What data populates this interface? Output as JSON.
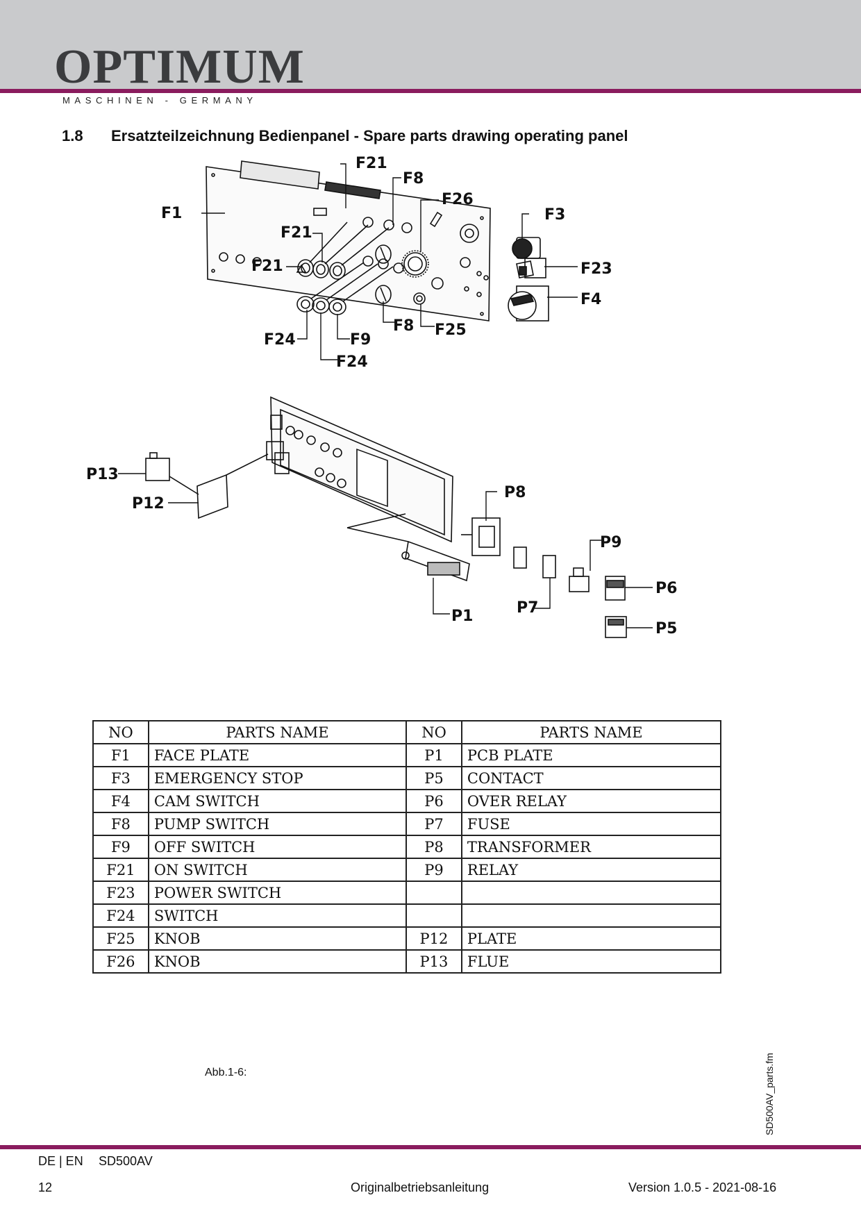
{
  "header": {
    "logo_text": "OPTIMUM",
    "logo_reg": "®",
    "logo_subtitle": "MASCHINEN - GERMANY"
  },
  "section": {
    "number": "1.8",
    "title": "Ersatzteilzeichnung Bedienpanel - Spare parts drawing operating panel"
  },
  "colors": {
    "header_band": "#c9cacc",
    "accent_line": "#8a1c5e",
    "logo": "#3b3c3e"
  },
  "diagram": {
    "top_callouts": [
      "F21",
      "F8",
      "F26",
      "F3",
      "F1",
      "F21",
      "F23",
      "F4",
      "F21",
      "F8",
      "F25",
      "F24",
      "F9",
      "F24"
    ],
    "bottom_callouts": [
      "P13",
      "P12",
      "P8",
      "P9",
      "P6",
      "P7",
      "P1",
      "P5"
    ]
  },
  "table": {
    "headers": [
      "NO",
      "PARTS NAME",
      "NO",
      "PARTS NAME"
    ],
    "rows": [
      [
        "F1",
        "FACE PLATE",
        "P1",
        "PCB PLATE"
      ],
      [
        "F3",
        "EMERGENCY STOP",
        "P5",
        "CONTACT"
      ],
      [
        "F4",
        "CAM SWITCH",
        "P6",
        "OVER RELAY"
      ],
      [
        "F8",
        "PUMP SWITCH",
        "P7",
        "FUSE"
      ],
      [
        "F9",
        "OFF SWITCH",
        "P8",
        "TRANSFORMER"
      ],
      [
        "F21",
        "ON SWITCH",
        "P9",
        "RELAY"
      ],
      [
        "F23",
        "POWER SWITCH",
        "",
        ""
      ],
      [
        "F24",
        "SWITCH",
        "",
        ""
      ],
      [
        "F25",
        "KNOB",
        "P12",
        "PLATE"
      ],
      [
        "F26",
        "KNOB",
        "P13",
        "FLUE"
      ]
    ]
  },
  "caption": "Abb.1-6:",
  "side_filename": "SD500AV_parts.fm",
  "footer": {
    "lang": "DE | EN",
    "model": "SD500AV",
    "page": "12",
    "doc": "Originalbetriebsanleitung",
    "version": "Version 1.0.5 - 2021-08-16"
  }
}
